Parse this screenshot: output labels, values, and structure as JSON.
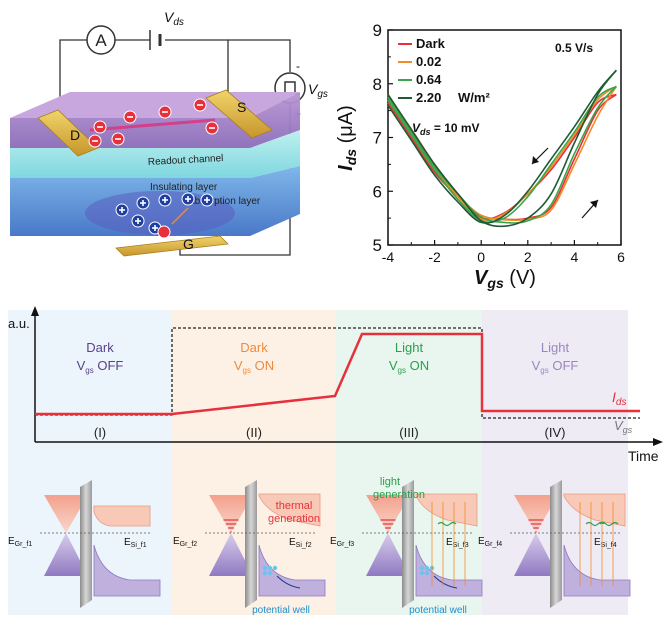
{
  "device": {
    "ammeter": "A",
    "vds_v": "V",
    "vds_sub": "ds",
    "vgs_v": "V",
    "vgs_sub": "gs",
    "minus": "-",
    "plus": "+",
    "drain": "D",
    "source": "S",
    "gate": "G",
    "readout": "Readout channel",
    "insulating": "Insulating layer",
    "absorption": "Absorption layer"
  },
  "iv_chart": {
    "chart_data": {
      "type": "line",
      "xlabel_v": "V",
      "xlabel_sub": "gs",
      "xlabel_unit": " (V)",
      "ylabel_i": "I",
      "ylabel_sub": "ds",
      "ylabel_unit": " (μA)",
      "xlim": [
        -4,
        6
      ],
      "ylim": [
        5,
        9
      ],
      "xticks": [
        "-4",
        "-2",
        "0",
        "2",
        "4",
        "6"
      ],
      "yticks": [
        "5",
        "6",
        "7",
        "8",
        "9"
      ],
      "sweep_rate": "0.5 V/s",
      "vds_note_v": "V",
      "vds_note_sub": "ds",
      "vds_note_val": " = 10 mV",
      "legend_unit": "W/m²",
      "series": [
        {
          "name": "Dark",
          "color": "#e8303a",
          "forward": [
            [
              -4,
              7.65
            ],
            [
              -3,
              7.0
            ],
            [
              -2,
              6.35
            ],
            [
              -1,
              5.9
            ],
            [
              0,
              5.55
            ],
            [
              1,
              5.48
            ],
            [
              2,
              5.5
            ],
            [
              3,
              5.7
            ],
            [
              4,
              6.6
            ],
            [
              5,
              7.5
            ],
            [
              5.8,
              7.8
            ]
          ],
          "backward": [
            [
              5.8,
              7.8
            ],
            [
              5,
              7.65
            ],
            [
              4,
              7.0
            ],
            [
              3,
              6.4
            ],
            [
              2,
              5.95
            ],
            [
              1,
              5.6
            ],
            [
              0,
              5.5
            ],
            [
              -1,
              5.95
            ],
            [
              -2,
              6.5
            ],
            [
              -3,
              7.15
            ],
            [
              -4,
              7.75
            ]
          ]
        },
        {
          "name": "0.02",
          "color": "#f28c28",
          "forward": [
            [
              -4,
              7.7
            ],
            [
              -3,
              7.05
            ],
            [
              -2,
              6.4
            ],
            [
              -1,
              5.92
            ],
            [
              0,
              5.55
            ],
            [
              1,
              5.47
            ],
            [
              2,
              5.48
            ],
            [
              3,
              5.65
            ],
            [
              4,
              6.5
            ],
            [
              5,
              7.4
            ],
            [
              5.8,
              7.95
            ]
          ],
          "backward": [
            [
              5.8,
              7.95
            ],
            [
              5,
              7.7
            ],
            [
              4,
              7.05
            ],
            [
              3,
              6.45
            ],
            [
              2,
              5.95
            ],
            [
              1,
              5.58
            ],
            [
              0,
              5.48
            ],
            [
              -1,
              5.9
            ],
            [
              -2,
              6.45
            ],
            [
              -3,
              7.1
            ],
            [
              -4,
              7.8
            ]
          ]
        },
        {
          "name": "0.64",
          "color": "#3aa64a",
          "forward": [
            [
              -4,
              7.75
            ],
            [
              -3,
              7.1
            ],
            [
              -2,
              6.45
            ],
            [
              -1,
              5.95
            ],
            [
              0,
              5.52
            ],
            [
              1,
              5.42
            ],
            [
              2,
              5.45
            ],
            [
              3,
              5.75
            ],
            [
              4,
              6.7
            ],
            [
              5,
              7.55
            ],
            [
              5.8,
              7.95
            ]
          ],
          "backward": [
            [
              5.8,
              7.95
            ],
            [
              5,
              7.75
            ],
            [
              4,
              7.1
            ],
            [
              3,
              6.5
            ],
            [
              2,
              5.9
            ],
            [
              1,
              5.5
            ],
            [
              0,
              5.45
            ],
            [
              -1,
              5.85
            ],
            [
              -2,
              6.4
            ],
            [
              -3,
              7.05
            ],
            [
              -4,
              7.7
            ]
          ]
        },
        {
          "name": "2.20",
          "color": "#1f5a34",
          "forward": [
            [
              -4,
              7.8
            ],
            [
              -3,
              7.15
            ],
            [
              -2,
              6.5
            ],
            [
              -1,
              5.95
            ],
            [
              0,
              5.45
            ],
            [
              1,
              5.35
            ],
            [
              2,
              5.5
            ],
            [
              3,
              5.95
            ],
            [
              4,
              6.9
            ],
            [
              5,
              7.8
            ],
            [
              5.8,
              8.25
            ]
          ],
          "backward": [
            [
              5.8,
              8.25
            ],
            [
              5,
              7.85
            ],
            [
              4,
              7.2
            ],
            [
              3,
              6.6
            ],
            [
              2,
              6.0
            ],
            [
              1,
              5.55
            ],
            [
              0,
              5.42
            ],
            [
              -1,
              5.8
            ],
            [
              -2,
              6.3
            ],
            [
              -3,
              6.95
            ],
            [
              -4,
              7.6
            ]
          ]
        }
      ]
    }
  },
  "timing": {
    "yaxis_label": "a.u.",
    "time_label": "Time",
    "ids_i": "I",
    "ids_sub": "ds",
    "vgs_v": "V",
    "vgs_sub": "gs",
    "phases": [
      {
        "roman": "(I)",
        "title": "Dark",
        "v": "V",
        "sub": "gs",
        "state": " OFF",
        "color": "#5a3f8a",
        "bg": "#eaf3fb"
      },
      {
        "roman": "(II)",
        "title": "Dark",
        "v": "V",
        "sub": "gs",
        "state": " ON",
        "color": "#f08a3a",
        "bg": "#fdeee2"
      },
      {
        "roman": "(III)",
        "title": "Light",
        "v": "V",
        "sub": "gs",
        "state": " ON",
        "color": "#2aa04a",
        "bg": "#e4f4ec"
      },
      {
        "roman": "(IV)",
        "title": "Light",
        "v": "V",
        "sub": "gs",
        "state": " OFF",
        "color": "#9a86c0",
        "bg": "#ece8f3"
      }
    ]
  },
  "bands": {
    "thermal": [
      "thermal",
      "generation"
    ],
    "light": [
      "light",
      "generation"
    ],
    "potential_well": "potential well",
    "e_gr": [
      "E",
      "E",
      "E",
      "E"
    ],
    "e_gr_sub": [
      "Gr_f1",
      "Gr_f2",
      "Gr_f3",
      "Gr_f4"
    ],
    "e_si": [
      "E",
      "E",
      "E",
      "E"
    ],
    "e_si_sub": [
      "Si_f1",
      "Si_f2",
      "Si_f3",
      "Si_f4"
    ]
  }
}
